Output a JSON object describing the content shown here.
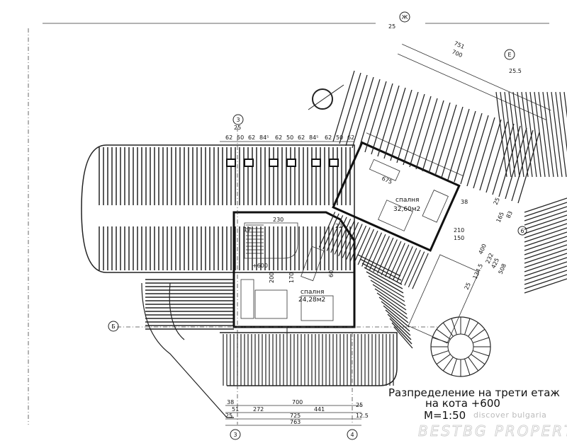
{
  "plan": {
    "title_line1": "Разпределение на трети етаж",
    "title_line2": "на кота +600",
    "scale": "М=1:50",
    "level_mark": "+600",
    "rooms": [
      {
        "name": "спалня",
        "area": "32,60м2"
      },
      {
        "name": "спалня",
        "area": "24,28м2"
      }
    ],
    "axes": {
      "a3_top": "3",
      "a3_bottom": "3",
      "a4_bottom": "4",
      "zh": "Ж",
      "e": "Е",
      "b": "Б",
      "six": "6"
    },
    "top_dims": [
      "25",
      "62",
      "50",
      "62",
      "84⁵",
      "62",
      "50",
      "62",
      "84⁵",
      "62",
      "50",
      "62"
    ],
    "bottom_dims": {
      "row1": [
        "38",
        "700",
        "25"
      ],
      "row2": [
        "51",
        "272",
        "441"
      ],
      "row3": [
        "25",
        "725",
        "12.5"
      ],
      "row4": [
        "763"
      ]
    },
    "diag_dims": [
      "25",
      "751",
      "700",
      "25.5",
      "675"
    ],
    "right_dims": [
      "25",
      "165",
      "83",
      "400",
      "232",
      "425",
      "508",
      "134.5",
      "25"
    ],
    "misc_dims": [
      "210",
      "150",
      "38",
      "17",
      "230",
      "22",
      "60",
      "170",
      "200"
    ]
  },
  "watermark": {
    "line1": "discover bulgaria",
    "line2": "BESTBG PROPERTIES"
  }
}
